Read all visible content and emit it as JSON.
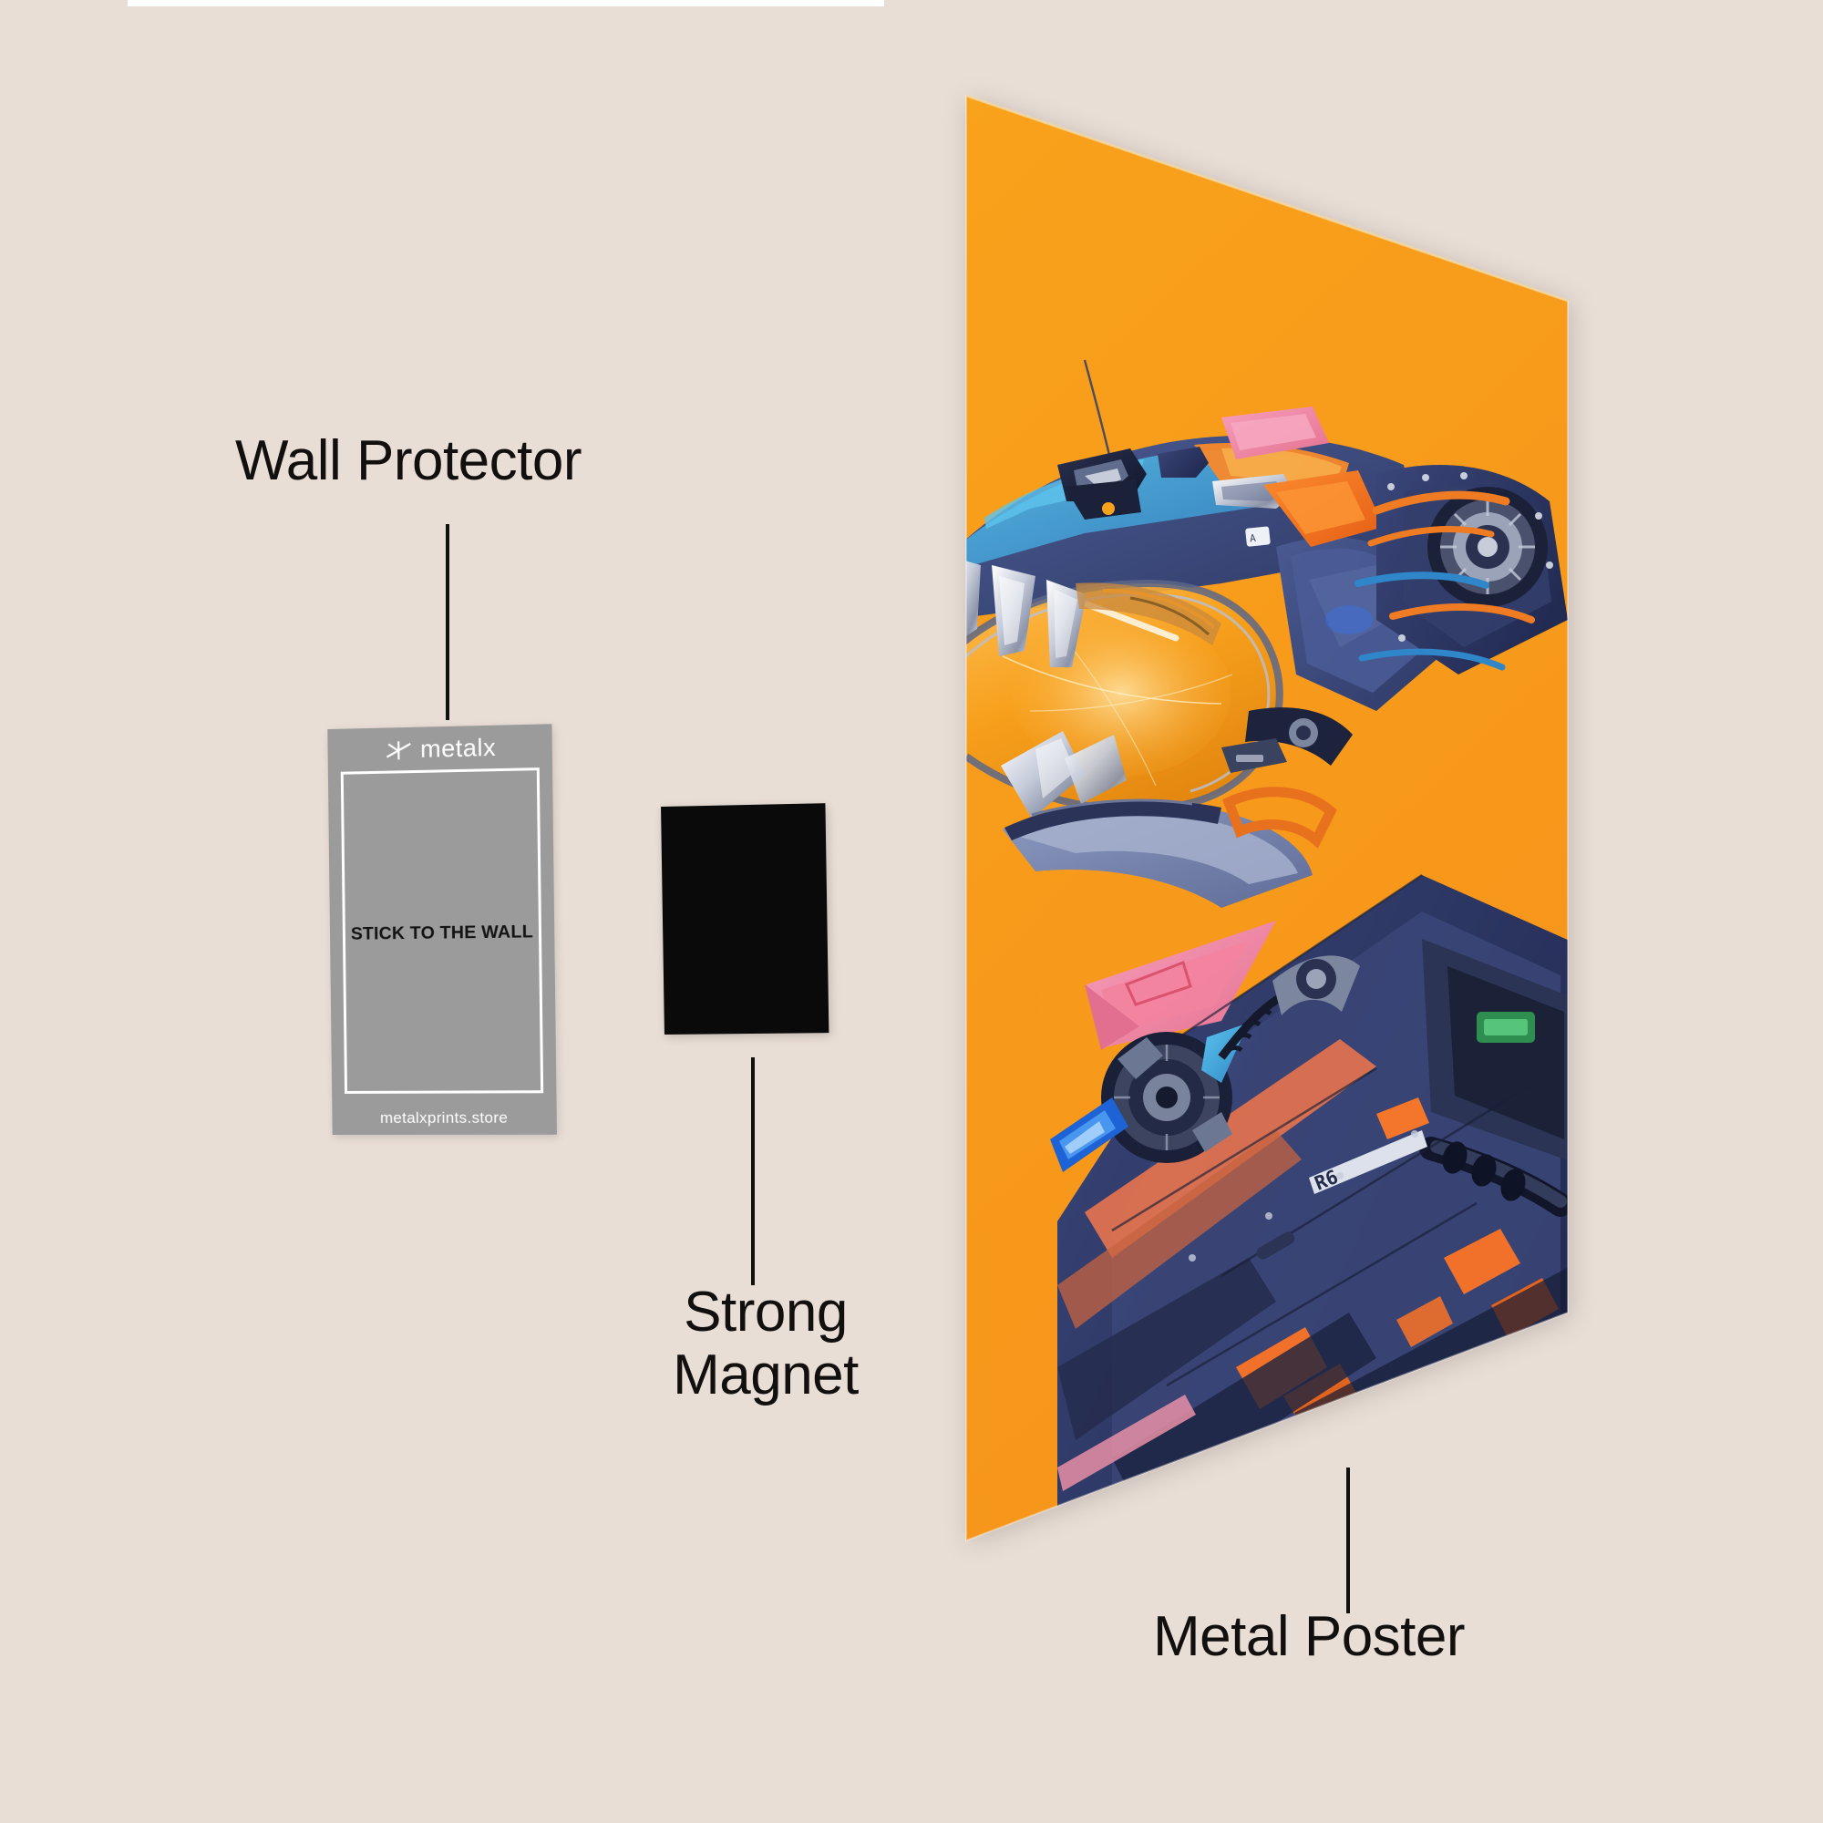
{
  "page": {
    "background_color": "#E9DED6",
    "accent_orange": "#F89A1C",
    "ink": "#12100F"
  },
  "callouts": [
    {
      "id": "wall-protector",
      "label": "Wall Protector"
    },
    {
      "id": "strong-magnet",
      "label_line1": "Strong",
      "label_line2": "Magnet"
    },
    {
      "id": "metal-poster",
      "label": "Metal Poster"
    }
  ],
  "wall_protector": {
    "brand": "metalx",
    "logo_mark": "metalx-cross-icon",
    "headline": "STICK TO THE WALL",
    "url": "metalxprints.store",
    "sheet_color": "#9B9B9B",
    "border_color": "#FFFFFF"
  },
  "magnet": {
    "name": "strong-magnet-square",
    "color": "#0A0A0A"
  },
  "metal_poster": {
    "name": "mecha-panther-metal-print",
    "background_color": "#F89A1C",
    "artwork_description": "Cyberpunk robotic panther head in profile with amber translucent visor, chrome fangs, navy blue armor plating, orange and pink accent panels and exposed mechanical joints",
    "palette": {
      "orange_bg": "#F89A1C",
      "navy": "#3C4A7E",
      "deep_navy": "#2C3560",
      "steel_blue": "#5B6FA8",
      "cyan": "#3FA9DC",
      "pink": "#EF86A8",
      "accent_orange": "#F4762A",
      "chrome": "#C9CEDA",
      "amber_visor": "#F9A21B",
      "dark": "#161B2E"
    }
  }
}
